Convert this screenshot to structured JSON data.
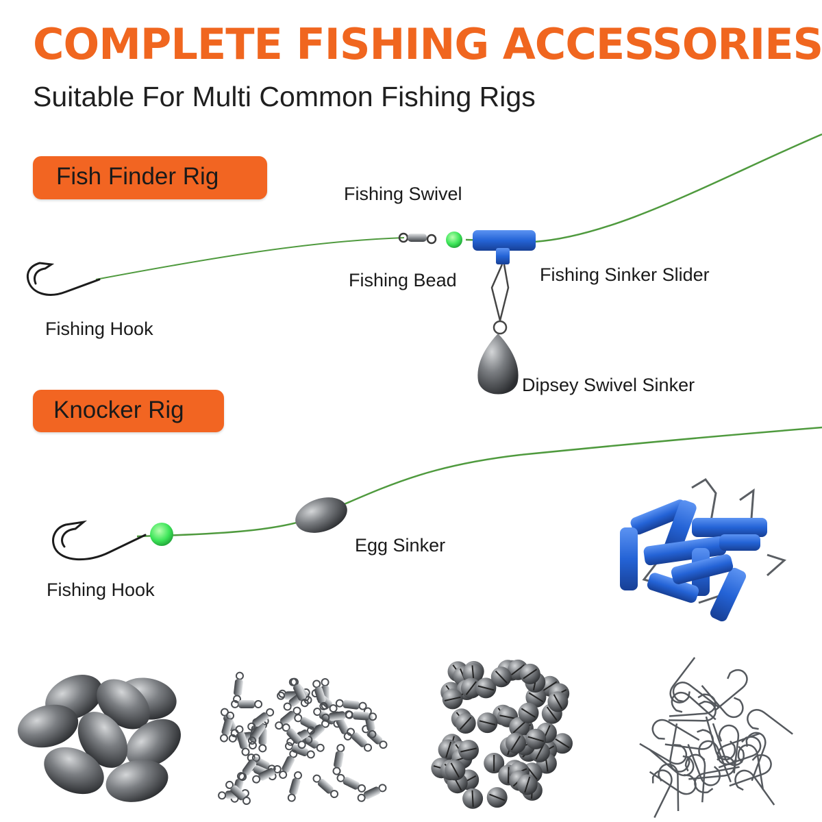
{
  "header": {
    "title": "COMPLETE FISHING ACCESSORIES",
    "subtitle": "Suitable For Multi Common Fishing Rigs"
  },
  "rigs": [
    {
      "name": "Fish Finder Rig",
      "labels": {
        "swivel": "Fishing Swivel",
        "bead": "Fishing Bead",
        "slider": "Fishing Sinker Slider",
        "hook": "Fishing Hook",
        "sinker": "Dipsey Swivel Sinker"
      }
    },
    {
      "name": "Knocker Rig",
      "labels": {
        "egg_sinker": "Egg Sinker",
        "hook": "Fishing Hook"
      }
    }
  ],
  "colors": {
    "title_orange": "#f0661f",
    "pill_orange": "#f26522",
    "line_green": "#4f9a3e",
    "bead_green": "#3ee65a",
    "slider_blue": "#2463d6",
    "lead_gray": "#6b6e72"
  }
}
